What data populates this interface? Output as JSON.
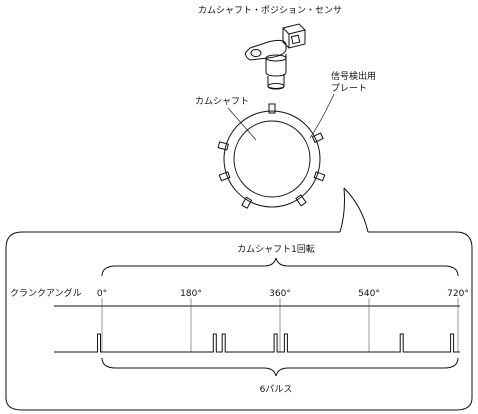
{
  "labels": {
    "sensor": "カムシャフト・ポジション・センサ",
    "plate_line1": "信号検出用",
    "plate_line2": "プレート",
    "camshaft": "カムシャフト",
    "one_rotation": "カムシャフト1回転",
    "crank_angle": "クランクアングル",
    "pulses": "6パルス"
  },
  "angle_ticks": [
    "0°",
    "180°",
    "360°",
    "540°",
    "720°"
  ],
  "pulse_angles_deg": [
    -9,
    225,
    243,
    348,
    369,
    603,
    705
  ]
}
